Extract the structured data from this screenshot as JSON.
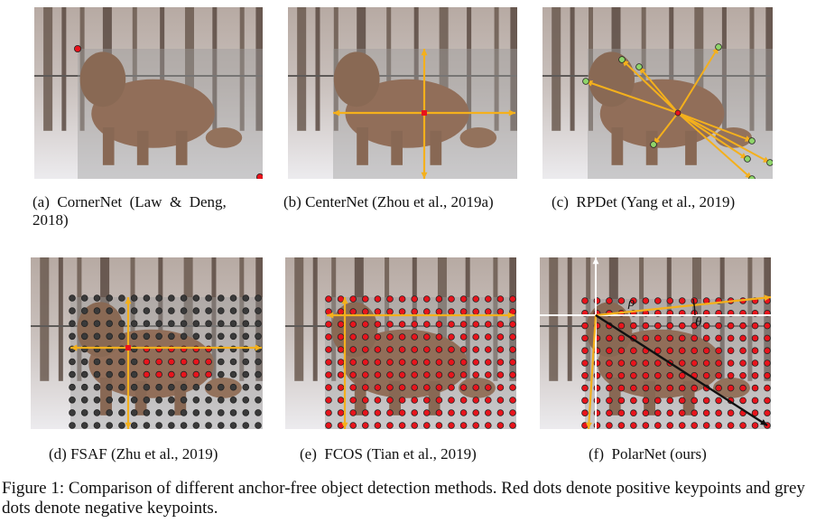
{
  "panels": [
    {
      "id": "a",
      "caption_line1": "(a)  CornerNet  (Law  &  Deng,",
      "caption_line2": "2018)"
    },
    {
      "id": "b",
      "caption": "(b) CenterNet (Zhou et al., 2019a)"
    },
    {
      "id": "c",
      "caption": "(c)  RPDet (Yang et al., 2019)"
    },
    {
      "id": "d",
      "caption": "(d) FSAF (Zhu et al., 2019)"
    },
    {
      "id": "e",
      "caption": "(e)  FCOS (Tian et al., 2019)"
    },
    {
      "id": "f",
      "caption": "(f)  PolarNet (ours)",
      "symbols": {
        "rho": "ρ",
        "theta": "θ"
      }
    }
  ],
  "figure_caption": "Figure 1: Comparison of different anchor-free object detection methods. Red dots denote positive keypoints and grey dots denote negative keypoints.",
  "colors": {
    "positive": "#e8141c",
    "negative": "#3a3a3a",
    "arrow": "#f4b01c",
    "point": "#8fd56a",
    "bbox_overlay": "#9a9a9a"
  }
}
